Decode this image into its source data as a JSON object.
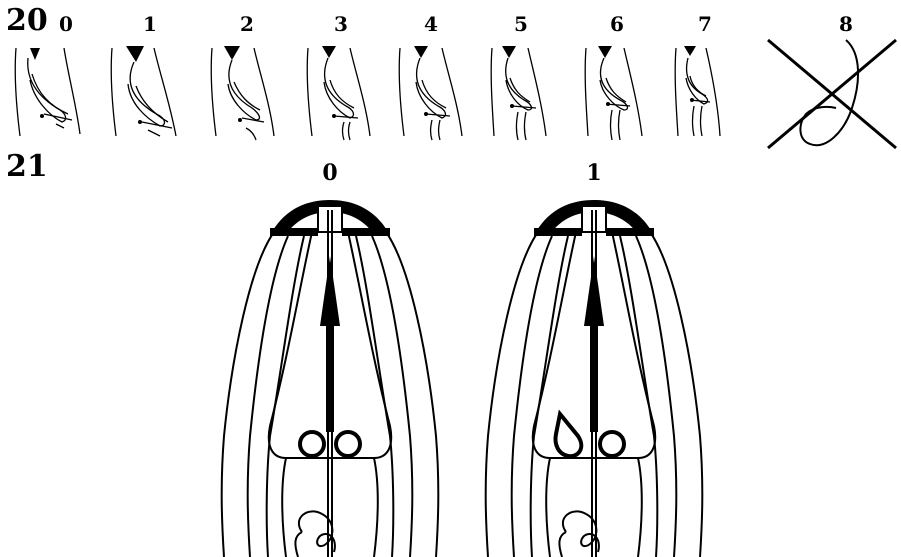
{
  "figure_20": {
    "number": "20",
    "states": [
      "0",
      "1",
      "2",
      "3",
      "4",
      "5",
      "6",
      "7",
      "8"
    ]
  },
  "figure_21": {
    "number": "21",
    "states": [
      "0",
      "1"
    ]
  }
}
